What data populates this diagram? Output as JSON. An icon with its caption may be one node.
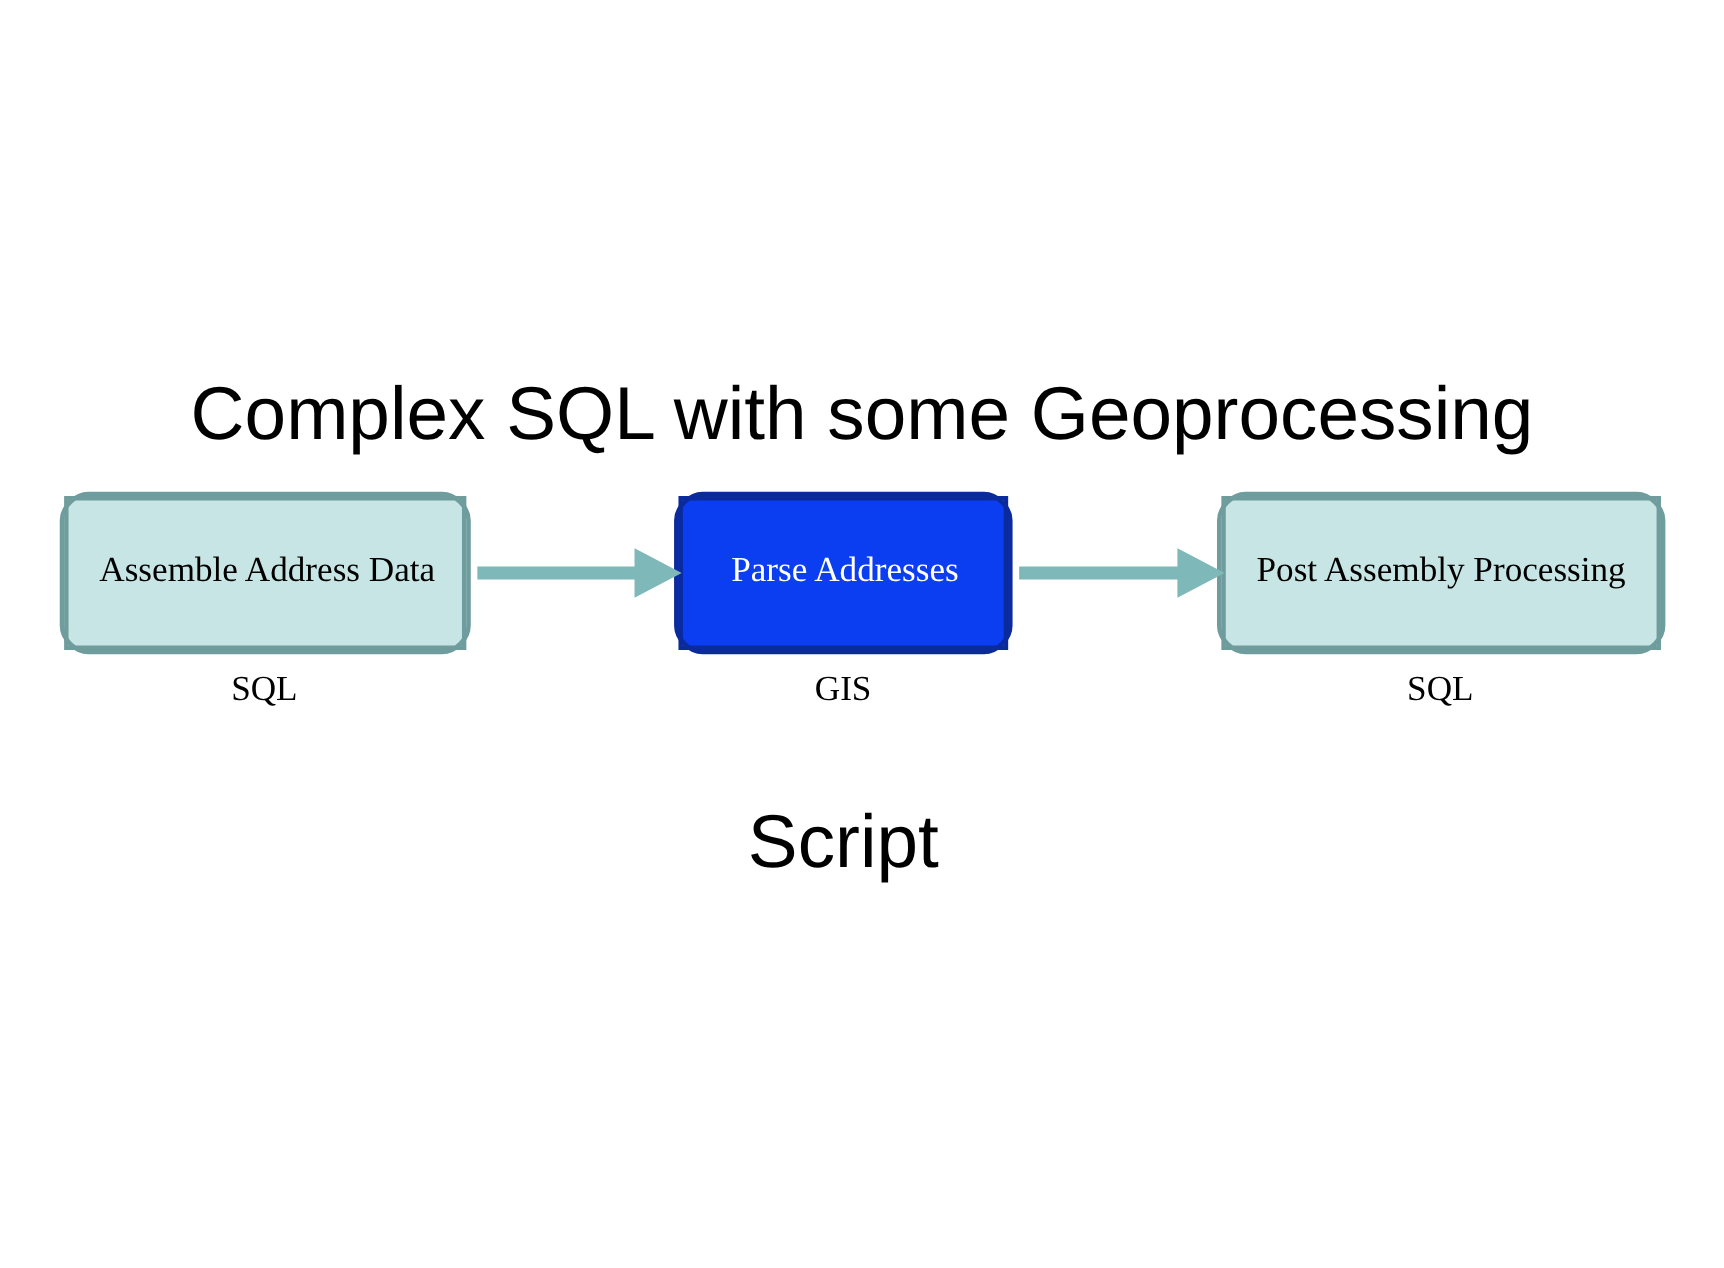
{
  "diagram": {
    "title": "Complex SQL with some Geoprocessing",
    "caption": "Script",
    "nodes": [
      {
        "text": [
          "Assemble Address Data"
        ],
        "beside": [
          "SQL"
        ]
      },
      {
        "text": [
          "Parse Addresses"
        ],
        "beside": [
          "GIS"
        ]
      },
      {
        "text": [
          "Post Assembly Processing"
        ],
        "beside": [
          "SQL"
        ]
      }
    ],
    "edges": [
      {
        "from": 0,
        "to": 1,
        "arrow": "to"
      },
      {
        "from": 1,
        "to": 2,
        "arrow": "to"
      }
    ]
  }
}
